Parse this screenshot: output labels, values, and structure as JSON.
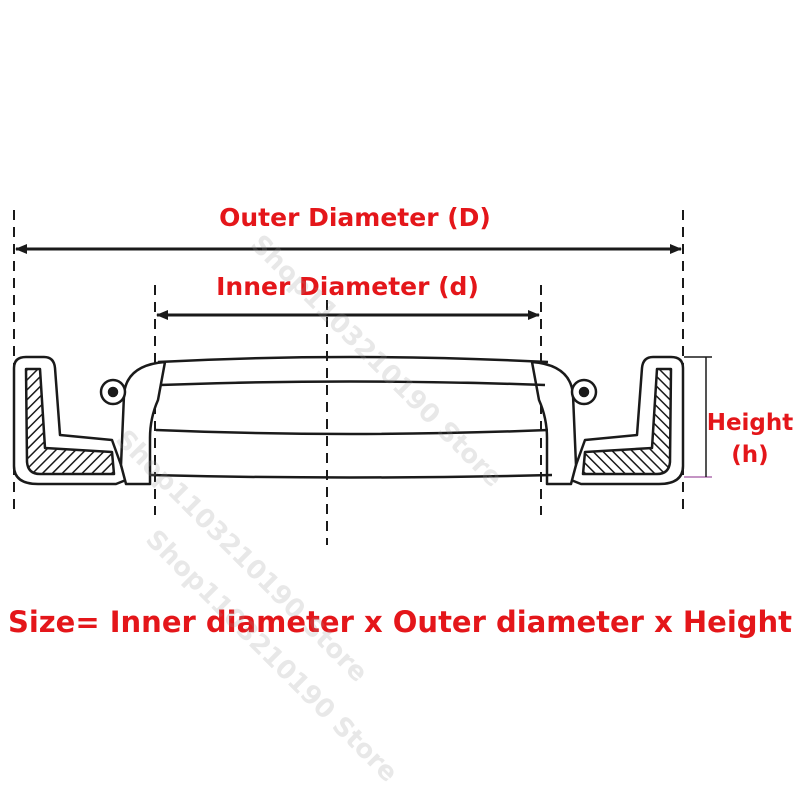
{
  "labels": {
    "outer_diameter": "Outer Diameter (D)",
    "inner_diameter": "Inner Diameter (d)",
    "height_line1": "Height",
    "height_line2": "(h)"
  },
  "formula": "Size= Inner diameter x Outer diameter x Height",
  "watermark": "Shop1103210190 Store",
  "colors": {
    "label_text": "#e4161a",
    "drawing_lines": "#1a1a1a",
    "background": "#ffffff"
  }
}
